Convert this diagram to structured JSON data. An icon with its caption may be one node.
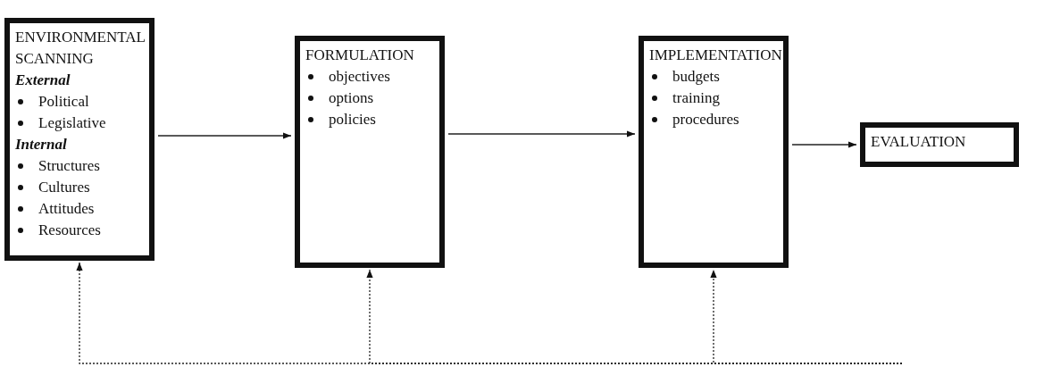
{
  "diagram": {
    "nodes": [
      {
        "text": [
          "ENVIRONMENTAL SCANNING",
          "External",
          "Political",
          "Legislative",
          "Internal",
          "Structures",
          "Cultures",
          "Attitudes",
          "Resources"
        ]
      },
      {
        "text": [
          "FORMULATION",
          "objectives",
          "options",
          "policies"
        ]
      },
      {
        "text": [
          "IMPLEMENTATION",
          "budgets",
          "training",
          "procedures"
        ]
      },
      {
        "text": [
          "EVALUATION"
        ]
      }
    ],
    "edges": [
      {
        "from": 0,
        "to": 1,
        "arrow": "to"
      },
      {
        "from": 1,
        "to": 2,
        "arrow": "to"
      },
      {
        "from": 2,
        "to": 3,
        "arrow": "to"
      },
      {
        "from": null,
        "to": 0,
        "arrow": "to",
        "style": "dashed"
      },
      {
        "from": null,
        "to": 1,
        "arrow": "to",
        "style": "dashed"
      },
      {
        "from": null,
        "to": 2,
        "arrow": "to",
        "style": "dashed"
      }
    ]
  }
}
